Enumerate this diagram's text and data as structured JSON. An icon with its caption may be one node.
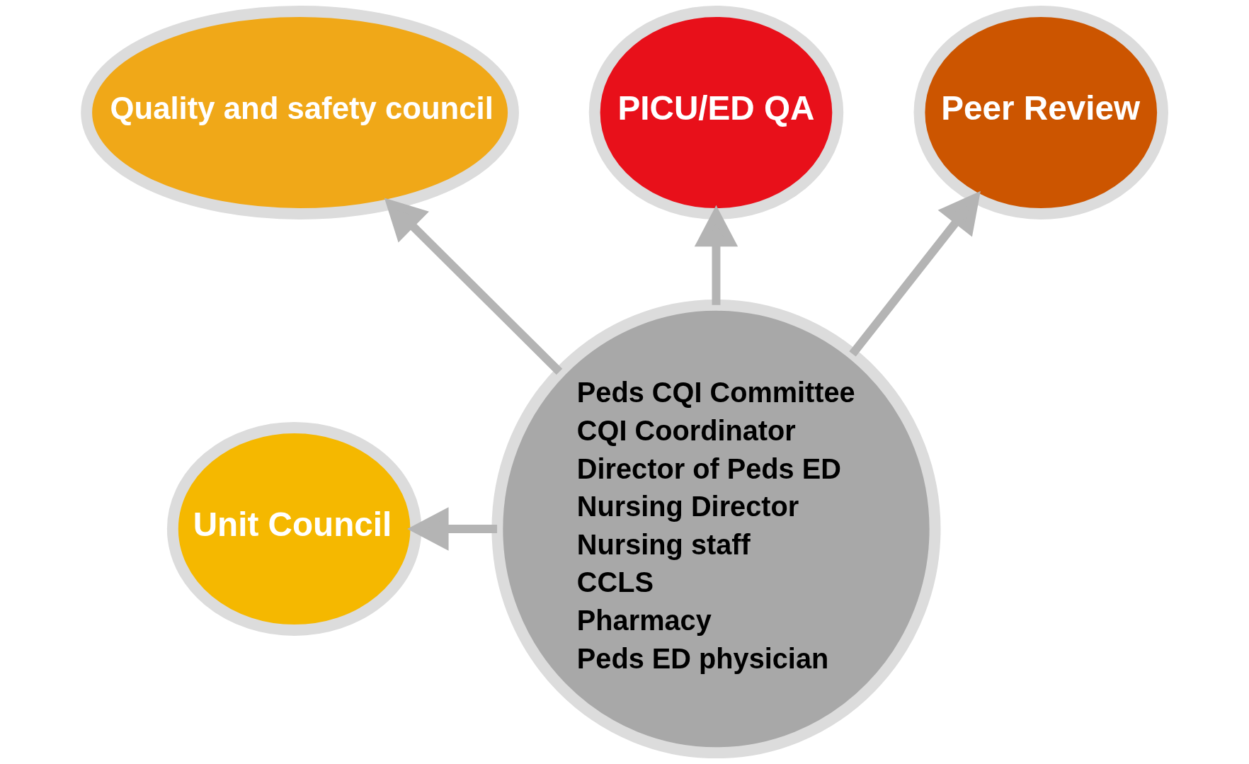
{
  "diagram": {
    "nodes": [
      {
        "text": [
          "Peds CQI Committee",
          "CQI Coordinator",
          "Director of Peds ED",
          "Nursing Director",
          "Nursing staff",
          "CCLS",
          "Pharmacy",
          "Peds ED physician"
        ]
      },
      {
        "text": [
          "Quality and safety council"
        ]
      },
      {
        "text": [
          "PICU/ED QA"
        ]
      },
      {
        "text": [
          "Peer Review"
        ]
      },
      {
        "text": [
          "Unit Council"
        ]
      }
    ],
    "edges": [
      {
        "from": 0,
        "to": 1,
        "arrow": "to"
      },
      {
        "from": 0,
        "to": 2,
        "arrow": "to"
      },
      {
        "from": 0,
        "to": 3,
        "arrow": "to"
      },
      {
        "from": 0,
        "to": 4,
        "arrow": "to"
      }
    ]
  }
}
